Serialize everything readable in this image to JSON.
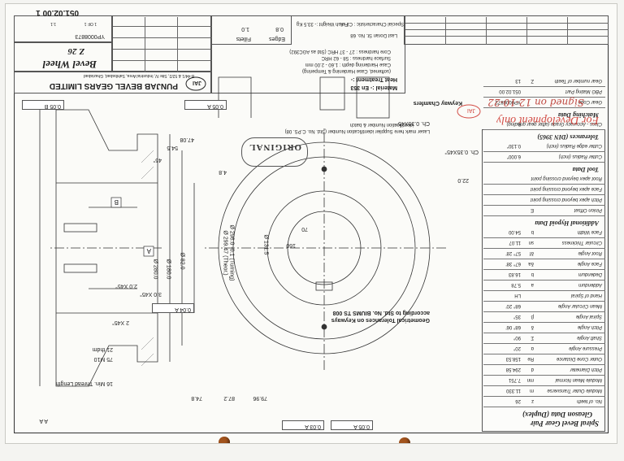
{
  "title_block": {
    "company": "PUNJAB BEVEL GEARS LIMITED",
    "address": "B-44/1 & 52/2, Site IV, Industrial Area, Sahibabad, Ghaziabad",
    "part_name": "Bevel Wheel",
    "teeth_label": "Z 26",
    "drawing_no": "YP0008873",
    "revision": "051.02.00 1",
    "scale": "1:1",
    "sheet": "1 OF 1"
  },
  "material": "Material :- En 353",
  "heat_treatment": {
    "title": "Heat Treatment :-",
    "lines": [
      "(softened, Case Hardening & Tempering)",
      "Case Hardening depth : 1.60 - 2.00 mm",
      "Surface hardness : 58 - 62 HRC",
      "Core hardness : 27 - 37 HRC (Std as AGC392)"
    ]
  },
  "header_table": {
    "finish_weight": "Finish Weight :- 33.5 Kg",
    "special_char": "Special Characteristic : C.F A",
    "last_doran": "Last Doran St. No. 68",
    "edges": "Edges",
    "fillets": "Fillets",
    "edge_val": "0.8",
    "fillet_val": "1.0"
  },
  "spec_table": {
    "title": "Spiral Bevel Gear Pair",
    "subtitle": "Gleason Data (Duplex)",
    "rows": [
      {
        "label": "No. of teeth",
        "sym": "z",
        "value": "26"
      },
      {
        "label": "Module Outer Transverse",
        "sym": "m",
        "value": "11.330"
      },
      {
        "label": "Module Mean Normal",
        "sym": "mn",
        "value": "7.751"
      },
      {
        "label": "Pitch Diameter",
        "sym": "d",
        "value": "294.58"
      },
      {
        "label": "Outer Cone Distance",
        "sym": "Re",
        "value": "158.53"
      },
      {
        "label": "Pressure Angle",
        "sym": "α",
        "value": "20°"
      },
      {
        "label": "Shaft Angle",
        "sym": "Σ",
        "value": "90°"
      },
      {
        "label": "Pitch Angle",
        "sym": "δ",
        "value": "68° 06'"
      },
      {
        "label": "Spiral Angle",
        "sym": "β",
        "value": "35°"
      },
      {
        "label": "Mean Circular Angle",
        "sym": "",
        "value": "68° 20'"
      },
      {
        "label": "Hand of Spiral",
        "sym": "",
        "value": "LH"
      },
      {
        "label": "Addendum",
        "sym": "a",
        "value": "5.78"
      },
      {
        "label": "Dedendum",
        "sym": "b",
        "value": "16.83"
      },
      {
        "label": "Face Angle",
        "sym": "δa",
        "value": "67° 38'"
      },
      {
        "label": "Root Angle",
        "sym": "δf",
        "value": "57° 28'"
      },
      {
        "label": "Circular Thickness",
        "sym": "sn",
        "value": "11.07"
      },
      {
        "label": "Face Width",
        "sym": "b",
        "value": "54.00"
      }
    ],
    "section_hypoid": "Additional Hypoid Data",
    "hypoid_rows": [
      {
        "label": "Pinion Offset",
        "sym": "E",
        "value": ""
      },
      {
        "label": "Pitch apex beyond crossing point",
        "sym": "",
        "value": ""
      },
      {
        "label": "Face apex beyond crossing point",
        "sym": "",
        "value": ""
      },
      {
        "label": "Root apex beyond crossing point",
        "sym": "",
        "value": ""
      }
    ],
    "section_tool": "Tool Data",
    "tool_rows": [
      {
        "label": "Cutter Radius (inch)",
        "sym": "",
        "value": "6.000\""
      },
      {
        "label": "Cutter edge Radius (inch)",
        "sym": "",
        "value": "0.130\""
      }
    ],
    "section_tol": "Tolerances (DIN 3965)",
    "tol_rows": [
      {
        "label": "Class - Accuracy Grade (after gear grinding)",
        "sym": "",
        "value": "6"
      }
    ],
    "section_match": "Matching Data",
    "match_rows": [
      {
        "label": "Gear Code",
        "value": "YP0008873"
      },
      {
        "label": "PBG Mating Part",
        "value": "051.02.00"
      },
      {
        "label": "Gear number of Teeth",
        "sym": "Z",
        "value": "13"
      }
    ]
  },
  "stamps": {
    "development": "For Development only",
    "signed": "Signed on 12-10-22",
    "original": "ORIGINAL",
    "company_short": "JAI"
  },
  "annotations": {
    "keyway": "Keyway Chamfers",
    "chamfer1": "Ch. 0.35X45°",
    "chamfer2": "Ch. 0.35X45°",
    "laser_mark": "Laser mark here Supplier identification Number (Std. No. C.PS. 08)",
    "laser_mark2": "identification Number & batch",
    "thread": "16 Min. Thread Length",
    "geom_tol": "Geometrical Tolerances on Keyways",
    "geom_tol2": "according to Std. No. BIUMS TS 008",
    "dim_outer": "Ø 299.47 (Theor.)",
    "dim_turn": "Ø 296.0 -0.1 (Turning)",
    "dim_bore": "Ø 131.5",
    "dim_280": "Ø 280.0",
    "dim_180": "Ø 180.0",
    "dim_82": "Ø 82.0",
    "dim_160": "160",
    "dim_70": "70",
    "dim_22": "22.0",
    "tol_a": "0.05 B",
    "tol_b": "0.05 A",
    "tol_c": "0.05 A",
    "tol_d": "0.03 A",
    "tol_e": "0.04 A",
    "chamfer_3x": "3.0 X45°",
    "chamfer_2x": "2.0 X45°",
    "chamfer_1x": "2 X45°",
    "dim_54": "54.5",
    "dim_79": "79.96",
    "dim_47": "47.08",
    "dim_75": "75 M10",
    "dim_21": "21 thdm",
    "dim_45": "45°",
    "dim_87": "87.2",
    "dim_74": "74.8",
    "dim_4": "4.8",
    "bottom_left": "A  A"
  }
}
